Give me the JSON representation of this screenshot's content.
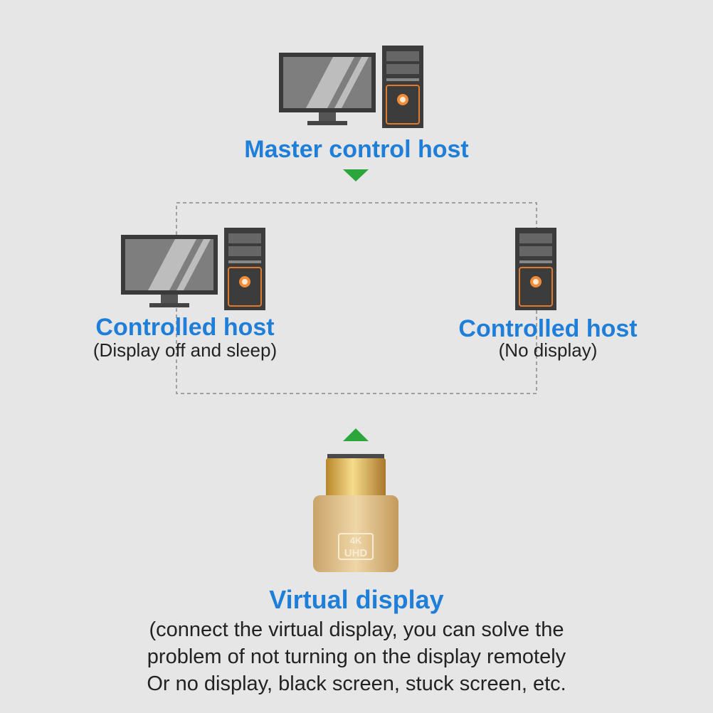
{
  "master": {
    "title": "Master control host",
    "icons": [
      "monitor-icon",
      "pc-tower-icon"
    ]
  },
  "controlled_left": {
    "title": "Controlled host",
    "subtitle": "(Display off and sleep)",
    "icons": [
      "monitor-icon",
      "pc-tower-icon"
    ]
  },
  "controlled_right": {
    "title": "Controlled host",
    "subtitle": "(No display)",
    "icons": [
      "pc-tower-icon"
    ]
  },
  "virtual_display": {
    "title": "Virtual display",
    "badge_top": "4K",
    "badge_bottom": "UHD",
    "description": [
      "(connect the virtual display, you can solve the",
      "problem of not turning on the display remotely",
      "Or no display, black screen, stuck screen, etc."
    ]
  },
  "colors": {
    "title_blue": "#1f7fd8",
    "arrow_green": "#2aa63a",
    "background": "#e6e6e6",
    "tower_accent": "#e07a2e"
  }
}
